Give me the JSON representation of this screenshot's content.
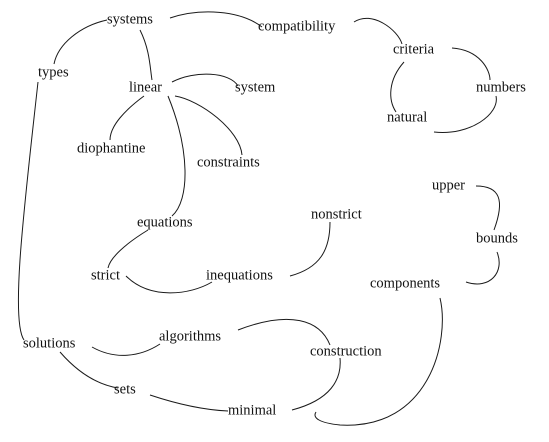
{
  "graph": {
    "nodes": [
      {
        "id": "systems",
        "label": "systems"
      },
      {
        "id": "compatibility",
        "label": "compatibility"
      },
      {
        "id": "criteria",
        "label": "criteria"
      },
      {
        "id": "types",
        "label": "types"
      },
      {
        "id": "linear",
        "label": "linear"
      },
      {
        "id": "system",
        "label": "system"
      },
      {
        "id": "numbers",
        "label": "numbers"
      },
      {
        "id": "natural",
        "label": "natural"
      },
      {
        "id": "diophantine",
        "label": "diophantine"
      },
      {
        "id": "constraints",
        "label": "constraints"
      },
      {
        "id": "upper",
        "label": "upper"
      },
      {
        "id": "nonstrict",
        "label": "nonstrict"
      },
      {
        "id": "equations",
        "label": "equations"
      },
      {
        "id": "bounds",
        "label": "bounds"
      },
      {
        "id": "strict",
        "label": "strict"
      },
      {
        "id": "inequations",
        "label": "inequations"
      },
      {
        "id": "components",
        "label": "components"
      },
      {
        "id": "algorithms",
        "label": "algorithms"
      },
      {
        "id": "solutions",
        "label": "solutions"
      },
      {
        "id": "construction",
        "label": "construction"
      },
      {
        "id": "sets",
        "label": "sets"
      },
      {
        "id": "minimal",
        "label": "minimal"
      }
    ],
    "edges": [
      {
        "from": "systems",
        "to": "compatibility"
      },
      {
        "from": "compatibility",
        "to": "criteria"
      },
      {
        "from": "criteria",
        "to": "numbers"
      },
      {
        "from": "criteria",
        "to": "natural"
      },
      {
        "from": "natural",
        "to": "numbers"
      },
      {
        "from": "systems",
        "to": "types"
      },
      {
        "from": "types",
        "to": "solutions"
      },
      {
        "from": "systems",
        "to": "linear"
      },
      {
        "from": "linear",
        "to": "system"
      },
      {
        "from": "linear",
        "to": "diophantine"
      },
      {
        "from": "linear",
        "to": "constraints"
      },
      {
        "from": "linear",
        "to": "equations"
      },
      {
        "from": "equations",
        "to": "strict"
      },
      {
        "from": "strict",
        "to": "inequations"
      },
      {
        "from": "inequations",
        "to": "nonstrict"
      },
      {
        "from": "upper",
        "to": "bounds"
      },
      {
        "from": "bounds",
        "to": "components"
      },
      {
        "from": "components",
        "to": "minimal"
      },
      {
        "from": "solutions",
        "to": "algorithms"
      },
      {
        "from": "algorithms",
        "to": "construction"
      },
      {
        "from": "construction",
        "to": "minimal"
      },
      {
        "from": "solutions",
        "to": "sets"
      },
      {
        "from": "sets",
        "to": "minimal"
      }
    ]
  }
}
